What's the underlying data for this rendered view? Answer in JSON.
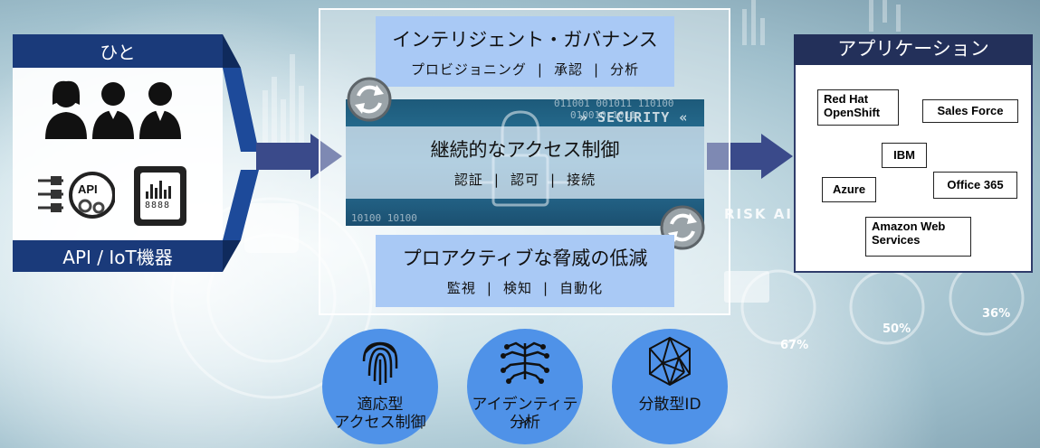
{
  "people_panel": {
    "title": "ひと",
    "api_badge": "API",
    "meter_digits": "8888",
    "footer": "API / IoT機器"
  },
  "center": {
    "governance": {
      "title": "インテリジェント・ガバナンス",
      "items": [
        "プロビジョニング",
        "承認",
        "分析"
      ]
    },
    "access": {
      "title": "継続的なアクセス制御",
      "items": [
        "認証",
        "認可",
        "接続"
      ],
      "bg_text": {
        "binary_top": "011001 001011 110100",
        "binary_mid": "010010 1011",
        "security": "» SECURITY «",
        "binary_bottom": "10100 10100"
      }
    },
    "threat": {
      "title": "プロアクティブな脅威の低減",
      "items": [
        "監視",
        "検知",
        "自動化"
      ]
    },
    "separator": "|"
  },
  "applications": {
    "title": "アプリケーション",
    "items": [
      "Red Hat OpenShift",
      "Sales Force",
      "IBM",
      "Azure",
      "Office 365",
      "Amazon Web Services"
    ]
  },
  "capabilities": [
    {
      "label_line1": "適応型",
      "label_line2": "アクセス制御",
      "icon": "fingerprint-icon"
    },
    {
      "label_line1": "アイデンティティ",
      "label_line2": "分析",
      "icon": "circuit-brain-icon"
    },
    {
      "label_line1": "分散型ID",
      "label_line2": "",
      "icon": "network-polyhedron-icon"
    }
  ],
  "background": {
    "risk_text": "RISK AI",
    "percent_1": "67%",
    "percent_2": "50%",
    "percent_3": "36%"
  },
  "colors": {
    "navy": "#1a3a7a",
    "box_blue": "#a9c9f5",
    "circle_blue": "#4f92e8",
    "arrow": "#3a4a8a",
    "apps_header": "#23305a"
  }
}
